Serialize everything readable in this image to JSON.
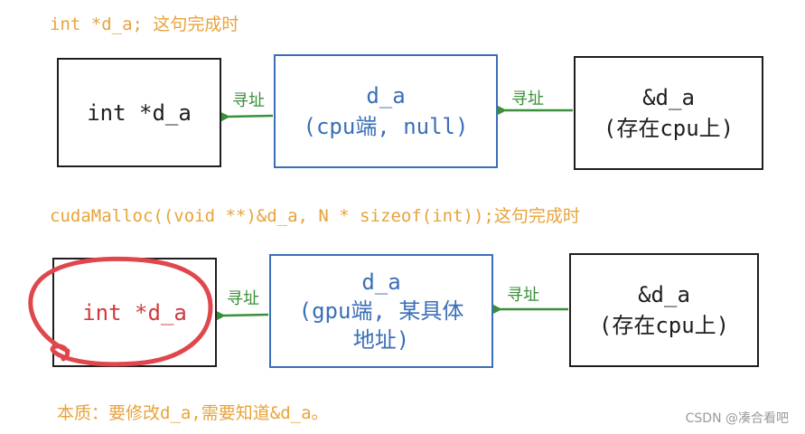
{
  "diagram": {
    "captions": {
      "top": "int *d_a; 这句完成时",
      "middle": "cudaMalloc((void **)&d_a, N * sizeof(int));这句完成时",
      "bottom": "本质：要修改d_a,需要知道&d_a。"
    },
    "row1": {
      "left_box": "int *d_a",
      "middle_box": {
        "line1": "d_a",
        "line2": "(cpu端, null)"
      },
      "right_box": {
        "line1": "&d_a",
        "line2": "(存在cpu上)"
      },
      "arrow_label_left": "寻址",
      "arrow_label_right": "寻址"
    },
    "row2": {
      "left_box": "int *d_a",
      "middle_box": {
        "line1": "d_a",
        "line2": "(gpu端, 某具体",
        "line3": "地址)"
      },
      "right_box": {
        "line1": "&d_a",
        "line2": "(存在cpu上)"
      },
      "arrow_label_left": "寻址",
      "arrow_label_right": "寻址"
    },
    "watermark": "CSDN @凑合看吧",
    "colors": {
      "caption": "#e8a33a",
      "black_box": "#1e1e1e",
      "blue_box": "#3a6fb8",
      "arrow": "#3a8f3a",
      "highlight": "#e0474c"
    }
  }
}
